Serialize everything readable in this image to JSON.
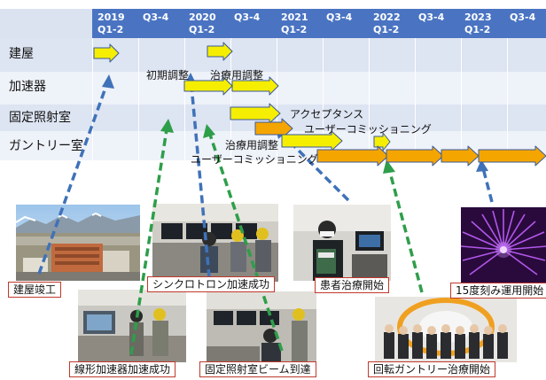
{
  "timeline": {
    "columns": [
      {
        "year": "2019",
        "period": "Q1-2"
      },
      {
        "year": "",
        "period": "Q3-4"
      },
      {
        "year": "2020",
        "period": "Q1-2"
      },
      {
        "year": "",
        "period": "Q3-4"
      },
      {
        "year": "2021",
        "period": "Q1-2"
      },
      {
        "year": "",
        "period": "Q3-4"
      },
      {
        "year": "2022",
        "period": "Q1-2"
      },
      {
        "year": "",
        "period": "Q3-4"
      },
      {
        "year": "2023",
        "period": "Q1-2"
      },
      {
        "year": "",
        "period": "Q3-4"
      }
    ],
    "rows": [
      {
        "label": "建屋"
      },
      {
        "label": "加速器"
      },
      {
        "label": "固定照射室"
      },
      {
        "label": "ガントリー室"
      }
    ],
    "annotations": {
      "initial_tuning": "初期調整",
      "treatment_tuning_accel": "治療用調整",
      "acceptance": "アクセプタンス",
      "user_commissioning_fixed": "ユーザーコミッショニング",
      "treatment_tuning_gantry": "治療用調整",
      "user_commissioning_gantry": "ユーザーコミッショニング"
    }
  },
  "milestones": [
    {
      "caption": "建屋竣工",
      "scene": "aerial-building"
    },
    {
      "caption": "シンクロトロン加速成功",
      "scene": "control-room"
    },
    {
      "caption": "患者治療開始",
      "scene": "patient-sign"
    },
    {
      "caption": "15度刻み運用開始",
      "scene": "beam-star"
    },
    {
      "caption": "線形加速器加速成功",
      "scene": "linac-room"
    },
    {
      "caption": "固定照射室ビーム到達",
      "scene": "fixed-room"
    },
    {
      "caption": "回転ガントリー治療開始",
      "scene": "gantry-group"
    }
  ],
  "colors": {
    "header": "#4a74c2",
    "row_band_a": "#dde4f2",
    "row_band_b": "#eef2f9",
    "yellow_arrow": "#f5ee00",
    "orange_arrow": "#f5a500",
    "blue_connector": "#3f72b8",
    "green_connector": "#2e9e4a",
    "caption_border": "#c0392b"
  }
}
